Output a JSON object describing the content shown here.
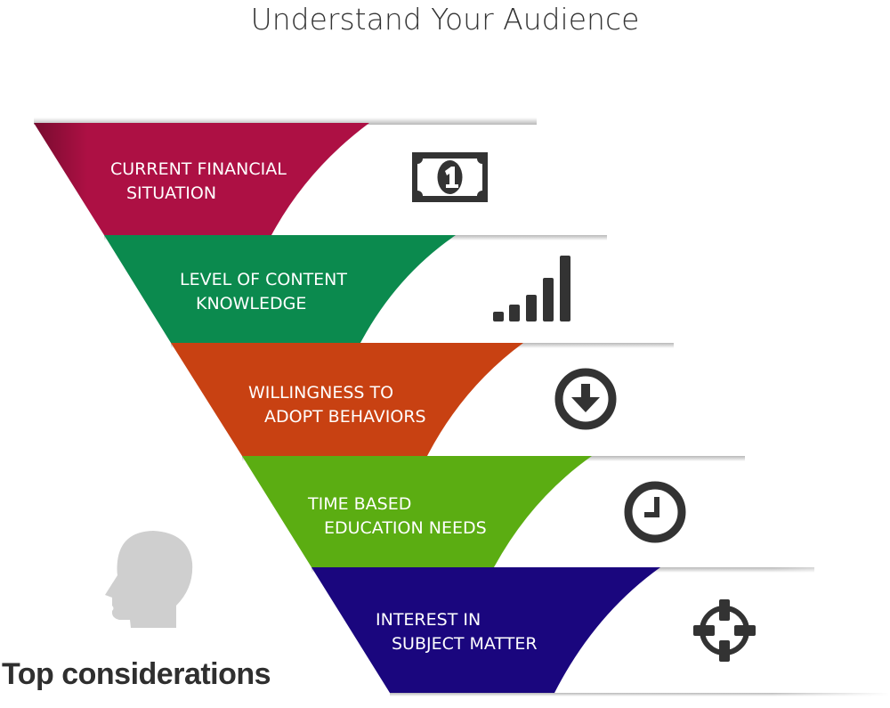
{
  "title": "Understand Your Audience",
  "footer": "Top considerations",
  "colors": {
    "band1": "#ad1044",
    "band2": "#0b8a4e",
    "band3": "#c84112",
    "band4": "#5bad12",
    "band5": "#1a067e",
    "icon": "#333333",
    "head": "#cfcfcf"
  },
  "levels": [
    {
      "line1": "CURRENT FINANCIAL",
      "line2": "SITUATION",
      "icon": "dollar-bill-icon"
    },
    {
      "line1": "LEVEL OF CONTENT",
      "line2": "KNOWLEDGE",
      "icon": "signal-bars-icon"
    },
    {
      "line1": "WILLINGNESS TO",
      "line2": "ADOPT BEHAVIORS",
      "icon": "download-arrow-circle-icon"
    },
    {
      "line1": "TIME BASED",
      "line2": "EDUCATION NEEDS",
      "icon": "clock-icon"
    },
    {
      "line1": "INTEREST IN",
      "line2": "SUBJECT MATTER",
      "icon": "crosshair-target-icon"
    }
  ]
}
